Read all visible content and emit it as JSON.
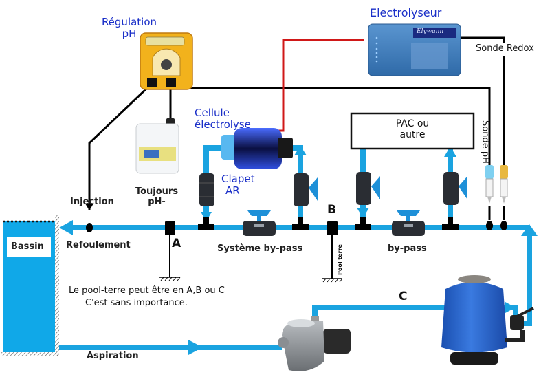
{
  "title": "Schéma installation électrolyseur et régulation pH",
  "colors": {
    "pipe": "#1aa3e0",
    "pool": "#10a8e8",
    "cable": "#000000",
    "power_cable": "#d01818",
    "label_blue": "#1a2fc8",
    "electrolyseur_body": "#3f7fc0",
    "pump_yellow": "#f2b21c",
    "filter_blue": "#2a68c8"
  },
  "labels": {
    "regulation_ph": [
      "Régulation",
      "pH"
    ],
    "electrolyseur": "Electrolyseur",
    "electrolyseur_brand": "Elywann",
    "sonde_redox": "Sonde Redox",
    "sonde_ph": "Sonde pH",
    "cellule": [
      "Cellule",
      "électrolyse"
    ],
    "clapet": [
      "Clapet",
      "AR"
    ],
    "bidon": [
      "Toujours",
      "pH-"
    ],
    "injection": "Injection",
    "refoulement": "Refoulement",
    "bassin": "Bassin",
    "pac": [
      "PAC ou",
      "autre"
    ],
    "systeme_bypass": "Système by-pass",
    "bypass": "by-pass",
    "pool_terre": "Pool terre",
    "point_a": "A",
    "point_b": "B",
    "point_c": "C",
    "note": [
      "Le pool-terre peut être en A,B ou C",
      "C'est sans importance."
    ],
    "aspiration": "Aspiration"
  },
  "components": [
    {
      "id": "regulation-ph-pump",
      "icon": "dosing-pump-icon"
    },
    {
      "id": "electrolyseur-box",
      "icon": "control-box-icon"
    },
    {
      "id": "ph-minus-canister",
      "icon": "canister-icon"
    },
    {
      "id": "electrolysis-cell",
      "icon": "electrolysis-cell-icon"
    },
    {
      "id": "pac-box",
      "icon": "heat-pump-box"
    },
    {
      "id": "ph-probe",
      "icon": "probe-icon"
    },
    {
      "id": "redox-probe",
      "icon": "probe-icon"
    },
    {
      "id": "circulation-pump",
      "icon": "pool-pump-icon"
    },
    {
      "id": "sand-filter",
      "icon": "sand-filter-icon"
    },
    {
      "id": "ball-valves",
      "icon": "ball-valve-icon",
      "count": 5
    },
    {
      "id": "ground-points",
      "icon": "ground-icon",
      "count": 2
    }
  ]
}
